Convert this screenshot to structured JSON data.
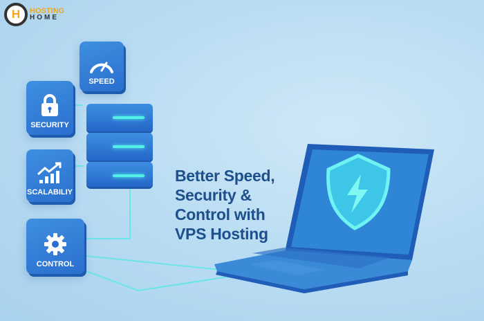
{
  "brand": {
    "logo_mark": "H",
    "line1": "HOSTING",
    "line2": "HOME"
  },
  "tiles": [
    {
      "label": "SPEED",
      "icon": "speedometer-icon"
    },
    {
      "label": "SECURITY",
      "icon": "lock-icon"
    },
    {
      "label": "SCALABILIY",
      "icon": "growth-chart-icon"
    },
    {
      "label": "CONTROL",
      "icon": "gear-icon"
    }
  ],
  "headline": {
    "line1": "Better Speed,",
    "line2": "Security &",
    "line3": "Control with",
    "line4": "VPS Hosting"
  },
  "colors": {
    "accent": "#2a6fcf",
    "glow": "#52f0e8",
    "text": "#1d4f8c",
    "logo": "#f2a81d"
  }
}
